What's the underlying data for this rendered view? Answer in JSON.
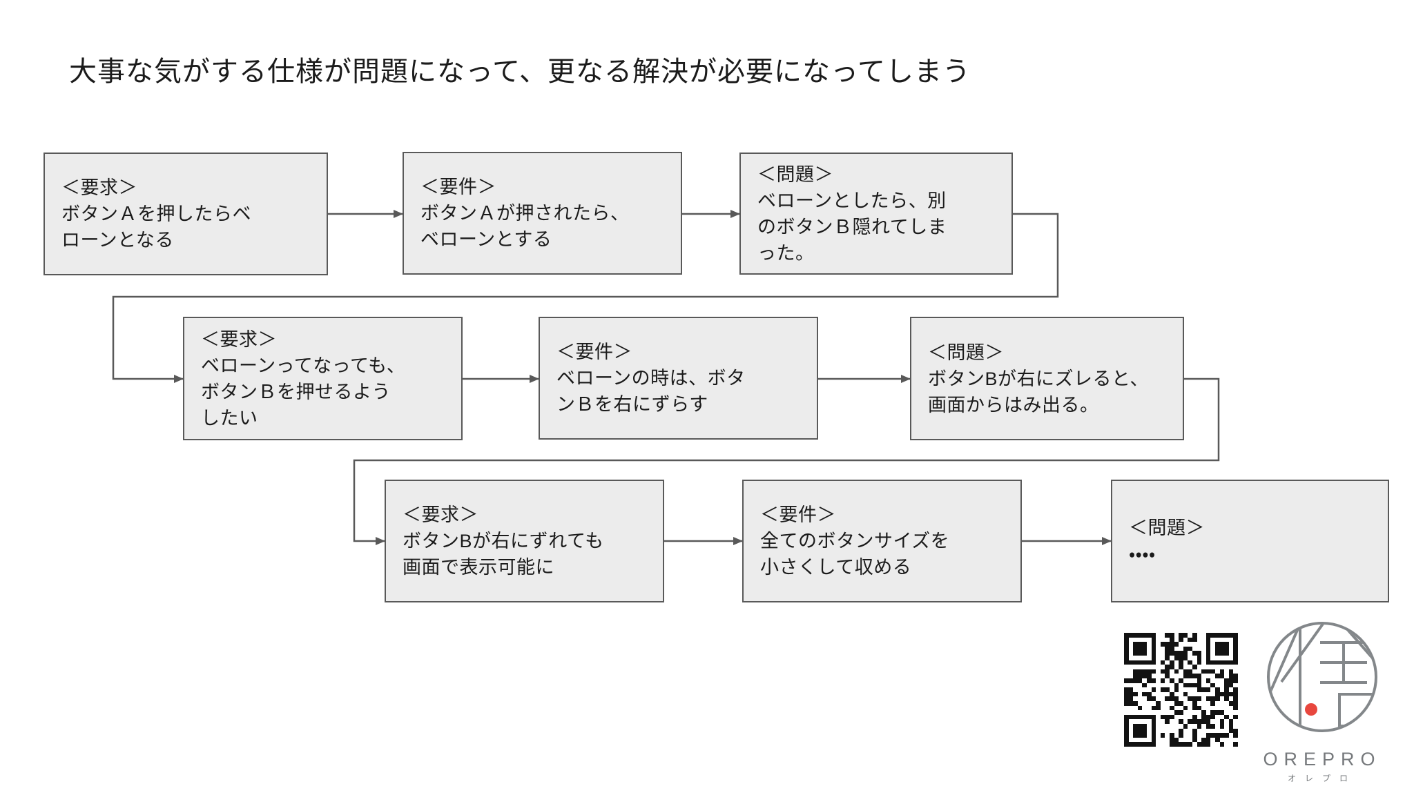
{
  "page": {
    "title": "大事な気がする仕様が問題になって、更なる解決が必要になってしまう"
  },
  "colors": {
    "background": "#ffffff",
    "box_fill": "#ececec",
    "box_border": "#595959",
    "connector": "#595959",
    "text": "#1b1b1b",
    "logo_gray": "#83878a",
    "brand_red": "#e8473e",
    "qr_black": "#121212"
  },
  "flow": {
    "boxes": [
      {
        "kind": "要求",
        "text": "＜要求＞\nボタンＡを押したらベ\nローンとなる"
      },
      {
        "kind": "要件",
        "text": "＜要件＞\nボタンＡが押されたら、\nベローンとする"
      },
      {
        "kind": "問題",
        "text": "＜問題＞\nベローンとしたら、別\nのボタンＢ隠れてしま\nった。"
      },
      {
        "kind": "要求",
        "text": "＜要求＞\nベローンってなっても、\nボタンＢを押せるよう\nしたい"
      },
      {
        "kind": "要件",
        "text": "＜要件＞\nベローンの時は、ボタ\nンＢを右にずらす"
      },
      {
        "kind": "問題",
        "text": "＜問題＞\nボタンBが右にズレると、\n画面からはみ出る。"
      },
      {
        "kind": "要求",
        "text": "＜要求＞\nボタンBが右にずれても\n画面で表示可能に"
      },
      {
        "kind": "要件",
        "text": "＜要件＞\n全てのボタンサイズを\n小さくして収める"
      },
      {
        "kind": "問題",
        "text": "＜問題＞\n・・・・"
      }
    ]
  },
  "brand": {
    "name": "OREPRO",
    "kana": "オレプロ"
  }
}
